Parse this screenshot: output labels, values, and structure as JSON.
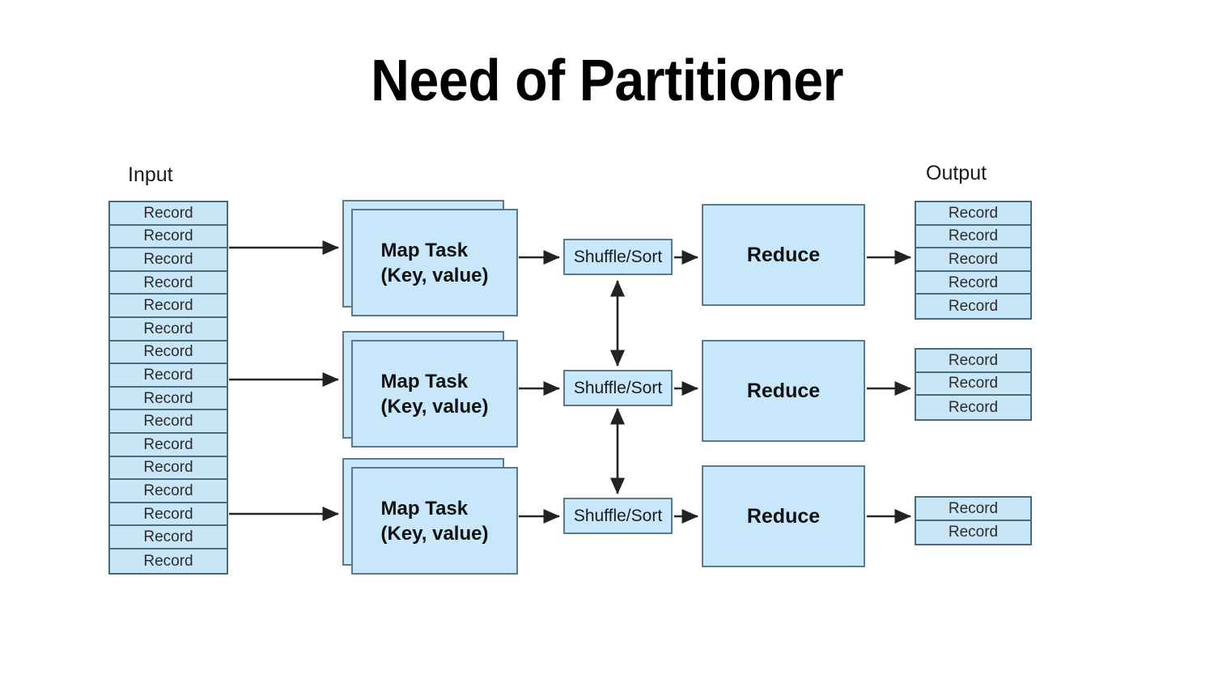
{
  "slide": {
    "title": "Need of Partitioner",
    "background": "#ffffff"
  },
  "colors": {
    "box_fill": "#c9e7fb",
    "box_border": "#5a7a8c",
    "record_fill": "#c8e6f7",
    "record_border": "#4a6b7c",
    "arrow": "#262626",
    "title_text": "#000000",
    "body_text": "#1b1b1b"
  },
  "labels": {
    "input": "Input",
    "output": "Output"
  },
  "record_label": "Record",
  "input_column": {
    "label": "Input",
    "record_count": 16,
    "records": [
      "Record",
      "Record",
      "Record",
      "Record",
      "Record",
      "Record",
      "Record",
      "Record",
      "Record",
      "Record",
      "Record",
      "Record",
      "Record",
      "Record",
      "Record",
      "Record"
    ]
  },
  "map_tasks": [
    {
      "line1": "Map Task",
      "line2": "(Key, value)"
    },
    {
      "line1": "Map Task",
      "line2": "(Key, value)"
    },
    {
      "line1": "Map Task",
      "line2": "(Key, value)"
    }
  ],
  "shuffle_sort": [
    {
      "label": "Shuffle/Sort"
    },
    {
      "label": "Shuffle/Sort"
    },
    {
      "label": "Shuffle/Sort"
    }
  ],
  "reducers": [
    {
      "label": "Reduce"
    },
    {
      "label": "Reduce"
    },
    {
      "label": "Reduce"
    }
  ],
  "output_groups": [
    {
      "record_count": 5,
      "records": [
        "Record",
        "Record",
        "Record",
        "Record",
        "Record"
      ]
    },
    {
      "record_count": 3,
      "records": [
        "Record",
        "Record",
        "Record"
      ]
    },
    {
      "record_count": 2,
      "records": [
        "Record",
        "Record"
      ]
    }
  ],
  "flow": {
    "stages": [
      "Input",
      "Map Task (Key, value)",
      "Shuffle/Sort",
      "Reduce",
      "Output"
    ],
    "shuffle_links": "bidirectional vertical arrows between adjacent Shuffle/Sort boxes"
  }
}
